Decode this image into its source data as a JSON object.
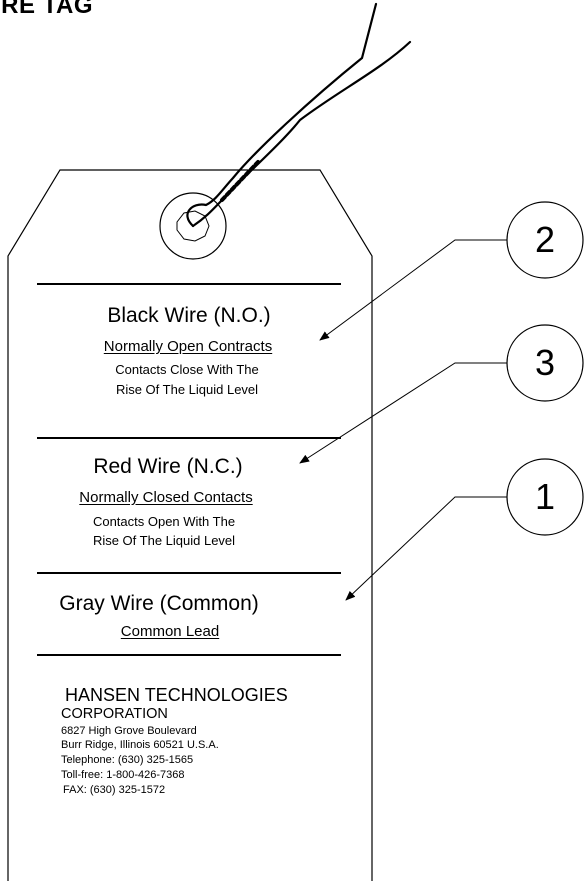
{
  "title": "IRE TAG",
  "sections": {
    "black": {
      "heading": "Black Wire (N.O.)",
      "subheading": "Normally Open Contracts",
      "line1": "Contacts Close With The",
      "line2": "Rise Of The Liquid Level"
    },
    "red": {
      "heading": "Red Wire (N.C.)",
      "subheading": "Normally Closed Contacts",
      "line1": "Contacts Open With The",
      "line2": "Rise Of The Liquid Level"
    },
    "gray": {
      "heading": "Gray Wire (Common)",
      "subheading": "Common Lead"
    }
  },
  "company": {
    "name": "HANSEN TECHNOLOGIES",
    "name2": "CORPORATION",
    "address1": "6827 High Grove Boulevard",
    "address2": "Burr Ridge, Illinois 60521 U.S.A.",
    "telephone": "Telephone: (630) 325-1565",
    "tollfree": "Toll-free: 1-800-426-7368",
    "fax": "FAX:  (630) 325-1572"
  },
  "callouts": [
    "2",
    "3",
    "1"
  ]
}
